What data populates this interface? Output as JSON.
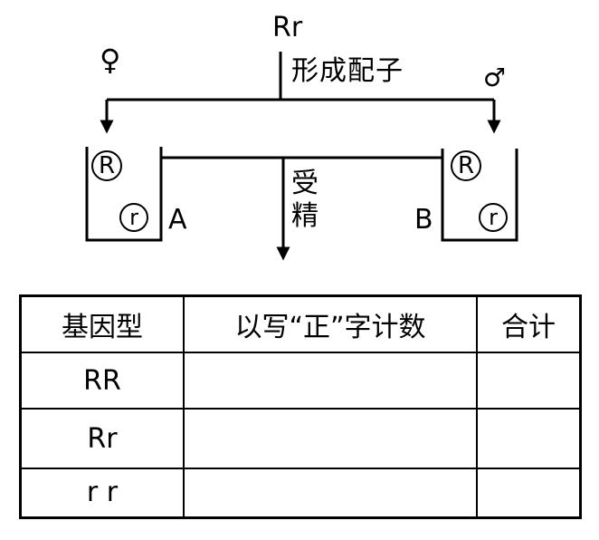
{
  "diagram": {
    "parent_genotype": "Rr",
    "process_label": "形成配子",
    "female_symbol": "♀",
    "male_symbol": "♂",
    "fertilization_label_line1": "受",
    "fertilization_label_line2": "精",
    "containers": [
      {
        "id": "A",
        "label": "A",
        "balls": [
          "R",
          "r"
        ]
      },
      {
        "id": "B",
        "label": "B",
        "balls": [
          "R",
          "r"
        ]
      }
    ]
  },
  "table": {
    "headers": [
      "基因型",
      "以写“正”字计数",
      "合计"
    ],
    "rows": [
      {
        "genotype": "RR",
        "tally": "",
        "total": ""
      },
      {
        "genotype": "Rr",
        "tally": "",
        "total": ""
      },
      {
        "genotype": "r r",
        "tally": "",
        "total": ""
      }
    ]
  }
}
